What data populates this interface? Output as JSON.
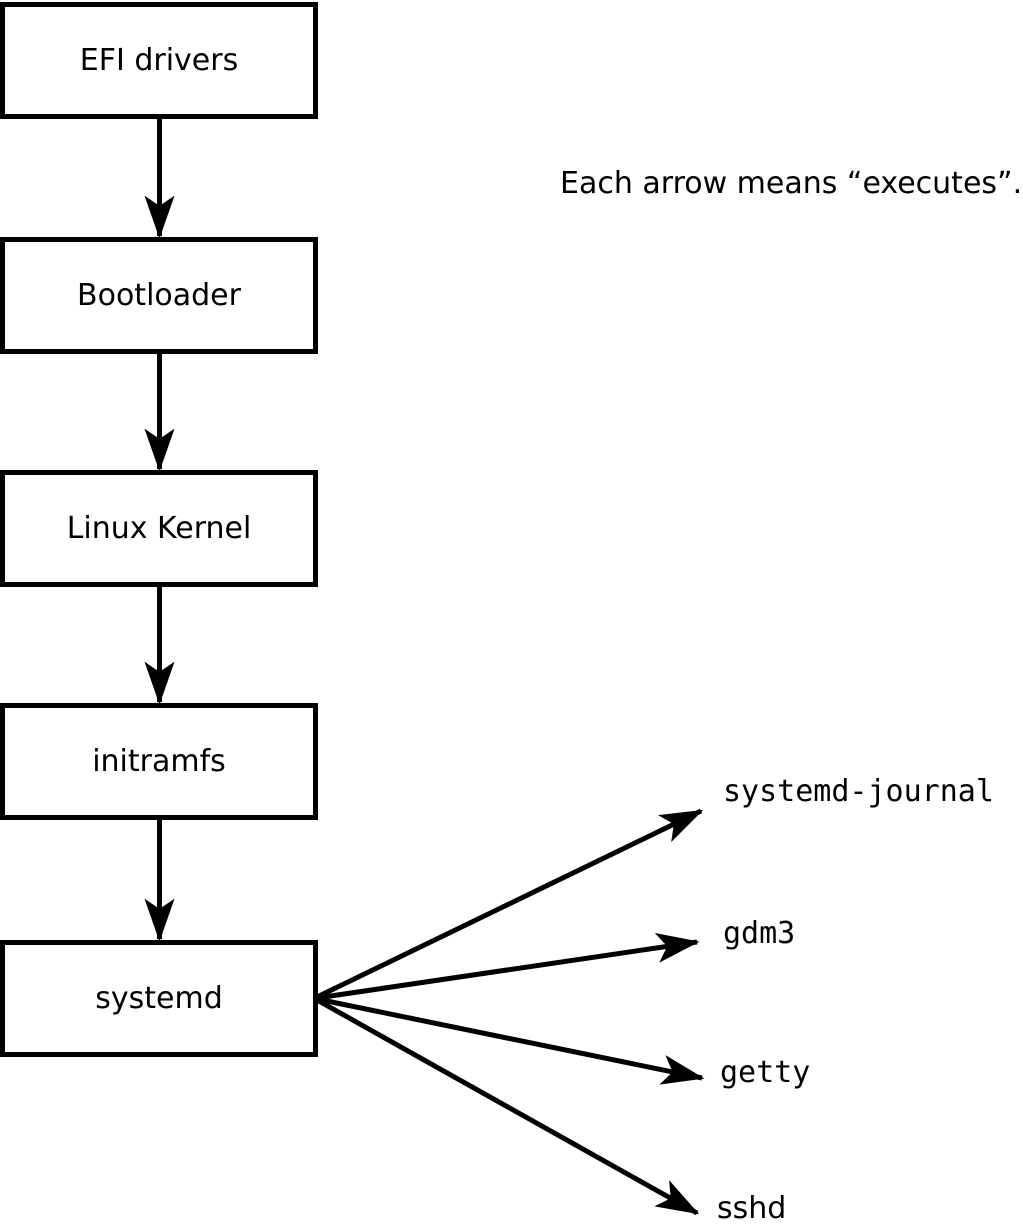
{
  "diagram": {
    "type": "flowchart",
    "edge_meaning": "executes",
    "chain_nodes": [
      {
        "id": "efi",
        "label": "EFI drivers"
      },
      {
        "id": "bootloader",
        "label": "Bootloader"
      },
      {
        "id": "kernel",
        "label": "Linux Kernel"
      },
      {
        "id": "initramfs",
        "label": "initramfs"
      },
      {
        "id": "systemd",
        "label": "systemd"
      }
    ],
    "chain_edges": [
      {
        "from": "efi",
        "to": "bootloader"
      },
      {
        "from": "bootloader",
        "to": "kernel"
      },
      {
        "from": "kernel",
        "to": "initramfs"
      },
      {
        "from": "initramfs",
        "to": "systemd"
      }
    ],
    "fanout": {
      "from": "systemd",
      "targets": [
        {
          "label": "systemd-journal"
        },
        {
          "label": "gdm3"
        },
        {
          "label": "getty"
        },
        {
          "label": "sshd"
        }
      ]
    },
    "colors": {
      "stroke": "#000000",
      "box_fill": "#ffffff",
      "background": "#ffffff",
      "text": "#000000"
    }
  },
  "note": {
    "text": "Each arrow means “executes”."
  }
}
